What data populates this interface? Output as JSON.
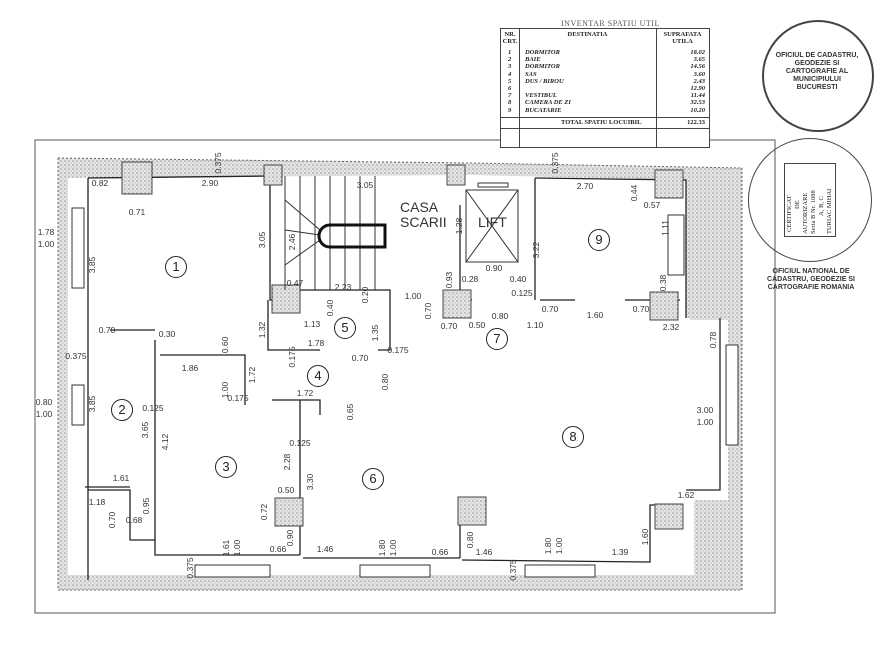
{
  "table": {
    "title": "INVENTAR SPATIU UTIL",
    "headers": {
      "nr": "NR. CRT.",
      "dest": "DESTINATIA",
      "area": "SUPRAFATA UTILA"
    },
    "rows": [
      {
        "nr": "1",
        "dest": "DORMITOR",
        "area": "18.02"
      },
      {
        "nr": "2",
        "dest": "BAIE",
        "area": "3.65"
      },
      {
        "nr": "3",
        "dest": "DORMITOR",
        "area": "14.56"
      },
      {
        "nr": "4",
        "dest": "SAS",
        "area": "3.60"
      },
      {
        "nr": "5",
        "dest": "DUS / BIROU",
        "area": "2.43"
      },
      {
        "nr": "6",
        "dest": "",
        "area": "12.90"
      },
      {
        "nr": "7",
        "dest": "VESTIBUL",
        "area": "11.44"
      },
      {
        "nr": "8",
        "dest": "CAMERA DE ZI",
        "area": "32.53"
      },
      {
        "nr": "9",
        "dest": "BUCATARIE",
        "area": "10.20"
      }
    ],
    "total_label": "TOTAL SPATIU LOCUIBIL",
    "total_value": "122.33"
  },
  "stamps": {
    "top": "OFICIUL DE CADASTRU, GEODEZIE SI CARTOGRAFIE AL MUNICIPIULUI BUCURESTI",
    "bottom": "OFICIUL NATIONAL DE CADASTRU, GEODEZIE SI CARTOGRAFIE ROMANIA",
    "certificate": [
      "CERTIFICAT",
      "DE",
      "AUTORIZARE",
      "Seria B Nr. 1088",
      "A, B, C",
      "TURIAC MIHAI"
    ]
  },
  "plan": {
    "stair_label": [
      "CASA",
      "SCARII"
    ],
    "lift_label": "LIFT",
    "rooms": [
      "1",
      "2",
      "3",
      "4",
      "5",
      "6",
      "7",
      "8",
      "9"
    ],
    "dims": [
      "0.82",
      "2.90",
      "0.375",
      "0.71",
      "3.05",
      "1.78",
      "1.00",
      "3.85",
      "3.05",
      "2.46",
      "0.47",
      "2.23",
      "0.20",
      "0.40",
      "1.13",
      "1.35",
      "1.32",
      "1.78",
      "0.175",
      "0.70",
      "0.175",
      "1.00",
      "0.70",
      "0.93",
      "1.28",
      "0.90",
      "0.28",
      "0.40",
      "0.125",
      "0.70",
      "0.50",
      "0.80",
      "1.10",
      "0.70",
      "1.60",
      "0.70",
      "2.32",
      "0.375",
      "2.70",
      "0.44",
      "0.57",
      "1.11",
      "3.22",
      "0.38",
      "0.78",
      "3.00",
      "1.00",
      "1.62",
      "1.60",
      "1.39",
      "1.80",
      "1.00",
      "0.375",
      "1.46",
      "0.66",
      "0.80",
      "1.80",
      "1.00",
      "1.46",
      "0.66",
      "0.90",
      "0.72",
      "0.50",
      "3.30",
      "2.28",
      "0.125",
      "1.72",
      "0.65",
      "0.80",
      "1.86",
      "0.60",
      "1.72",
      "1.00",
      "0.175",
      "0.70",
      "0.30",
      "0.375",
      "0.80",
      "1.00",
      "3.85",
      "0.125",
      "3.65",
      "4.12",
      "1.61",
      "1.18",
      "0.70",
      "0.68",
      "0.95",
      "1.61",
      "1.00",
      "0.375"
    ]
  }
}
